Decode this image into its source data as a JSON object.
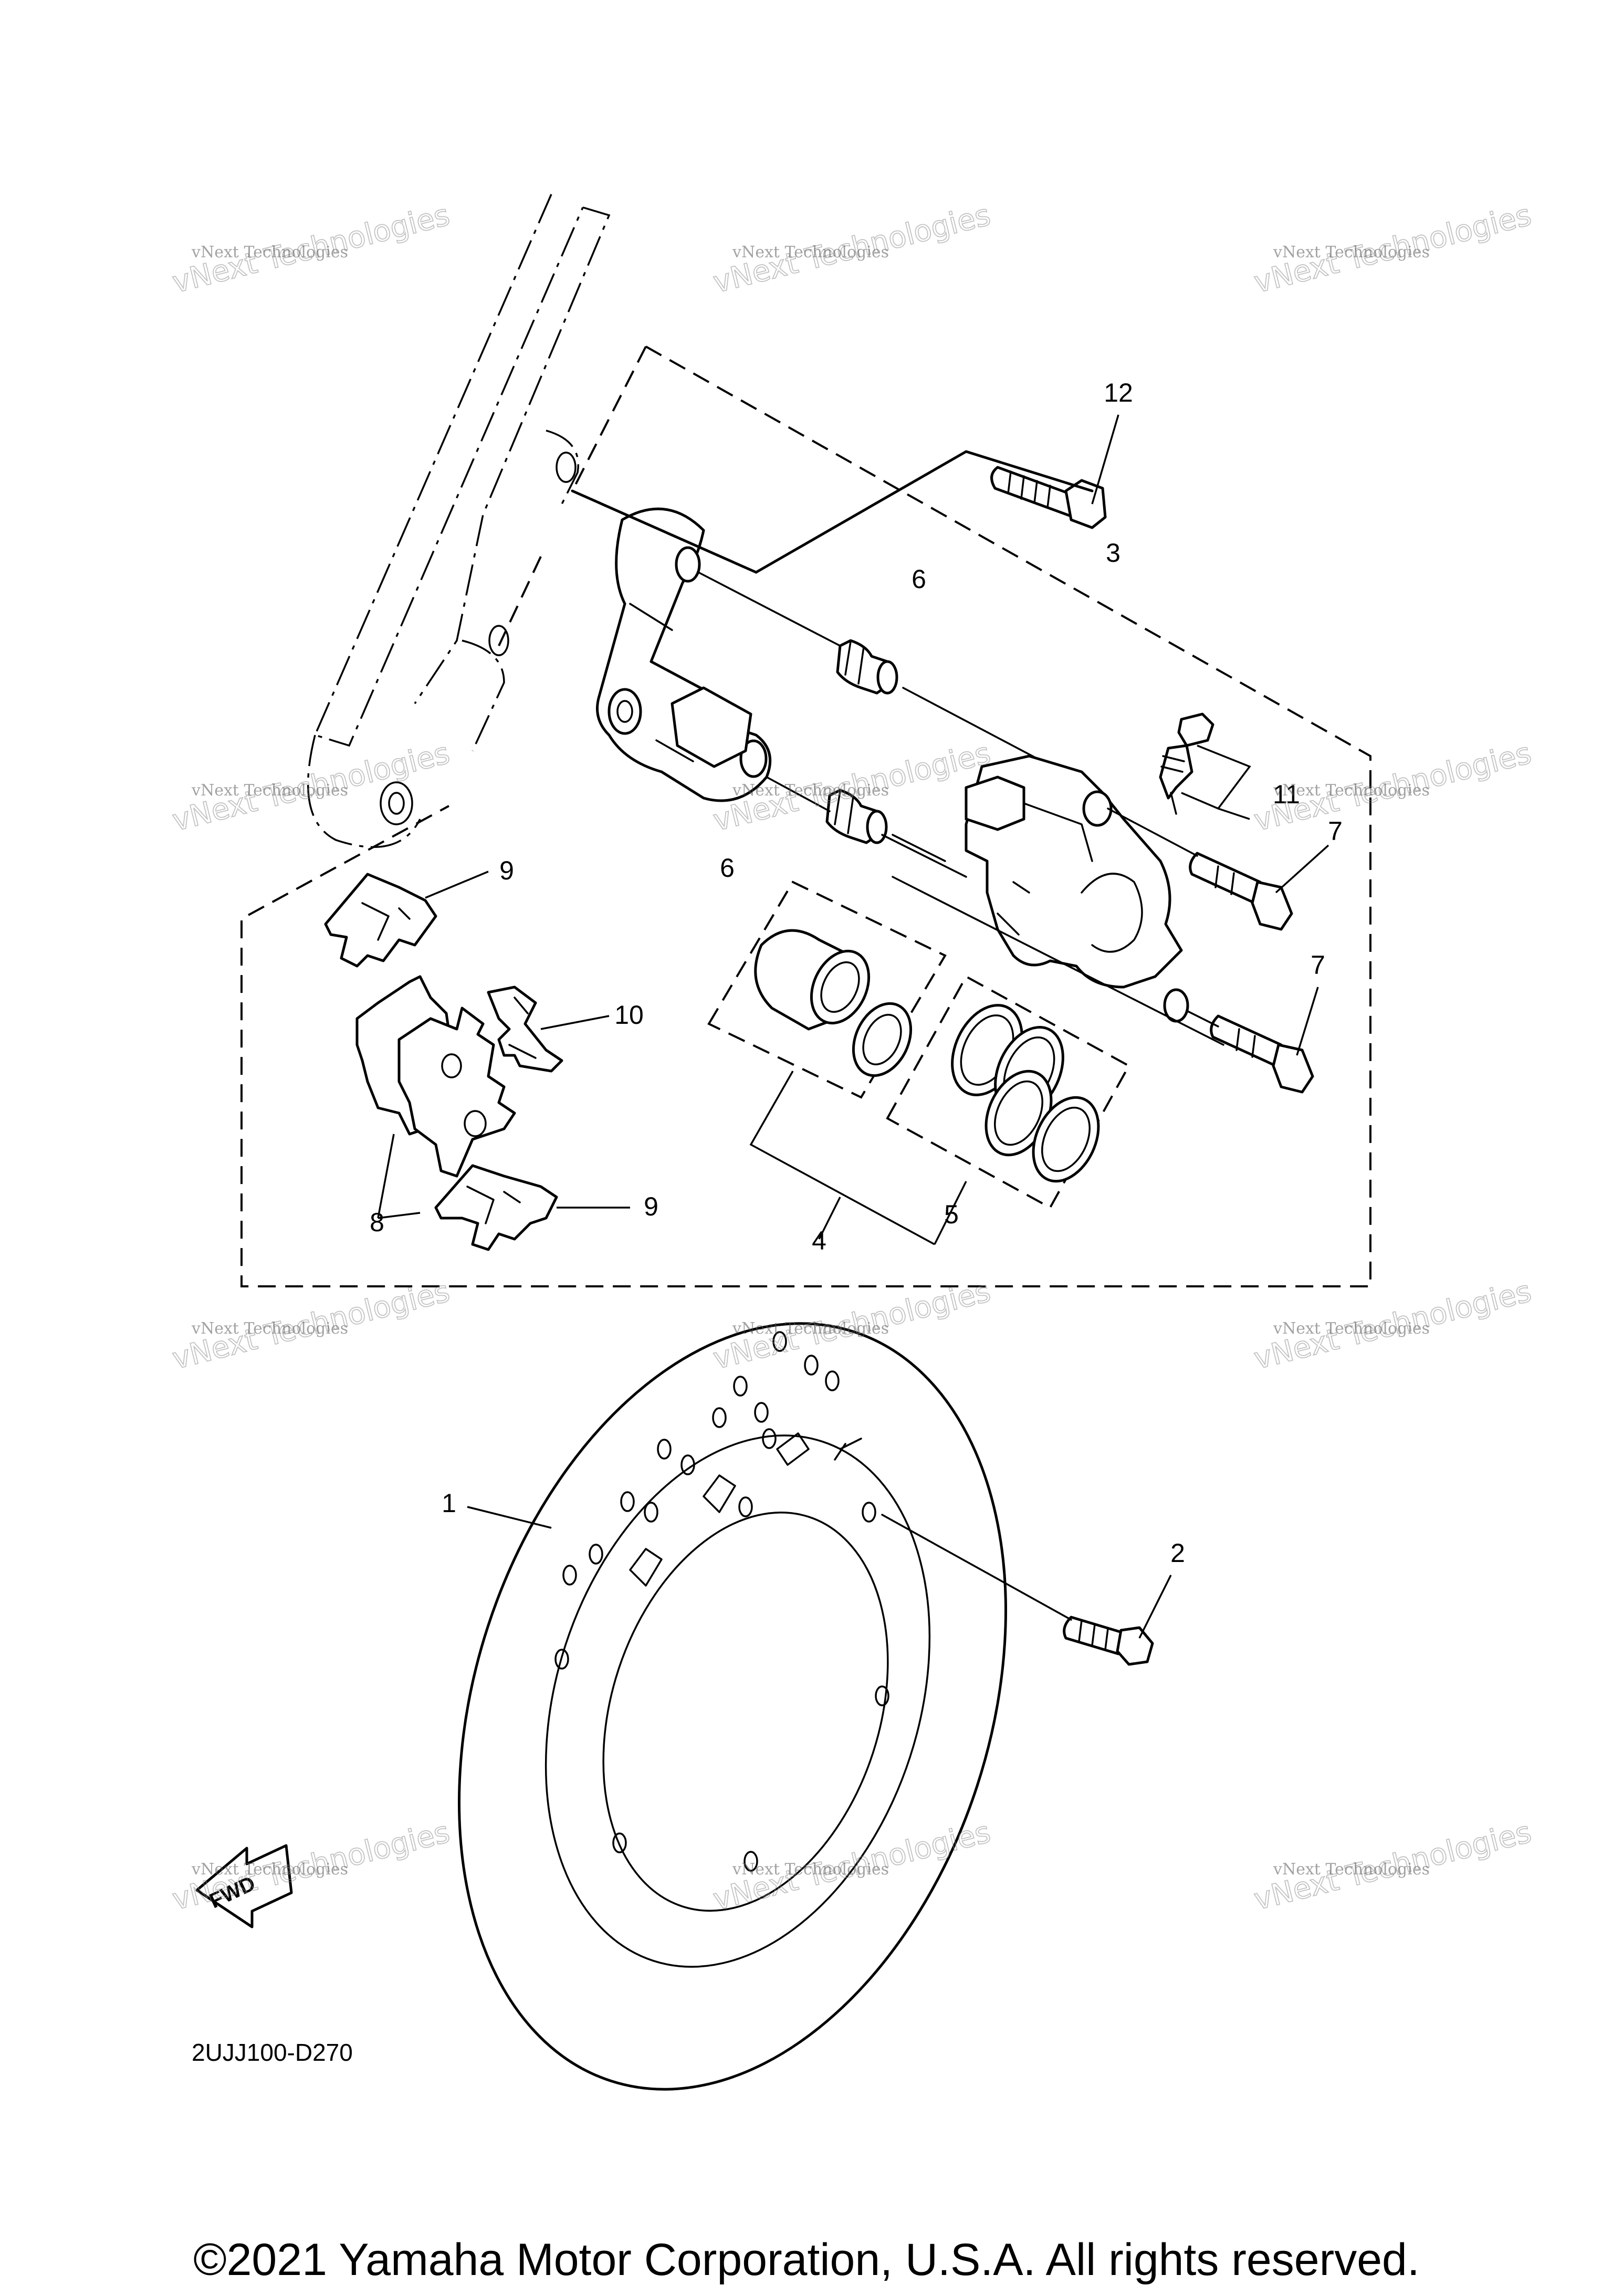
{
  "diagram": {
    "code": "2UJJ100-D270",
    "fwd_label": "FWD",
    "copyright": "©2021 Yamaha Motor Corporation, U.S.A. All rights reserved.",
    "callouts": [
      {
        "id": "1",
        "label": "1"
      },
      {
        "id": "2",
        "label": "2"
      },
      {
        "id": "3",
        "label": "3"
      },
      {
        "id": "4",
        "label": "4"
      },
      {
        "id": "5",
        "label": "5"
      },
      {
        "id": "6a",
        "label": "6"
      },
      {
        "id": "6b",
        "label": "6"
      },
      {
        "id": "7a",
        "label": "7"
      },
      {
        "id": "7b",
        "label": "7"
      },
      {
        "id": "8",
        "label": "8"
      },
      {
        "id": "9a",
        "label": "9"
      },
      {
        "id": "9b",
        "label": "9"
      },
      {
        "id": "10",
        "label": "10"
      },
      {
        "id": "11",
        "label": "11"
      },
      {
        "id": "12",
        "label": "12"
      }
    ],
    "watermark": {
      "small": "vNext Technologies",
      "big": "vNext Technologies"
    }
  }
}
